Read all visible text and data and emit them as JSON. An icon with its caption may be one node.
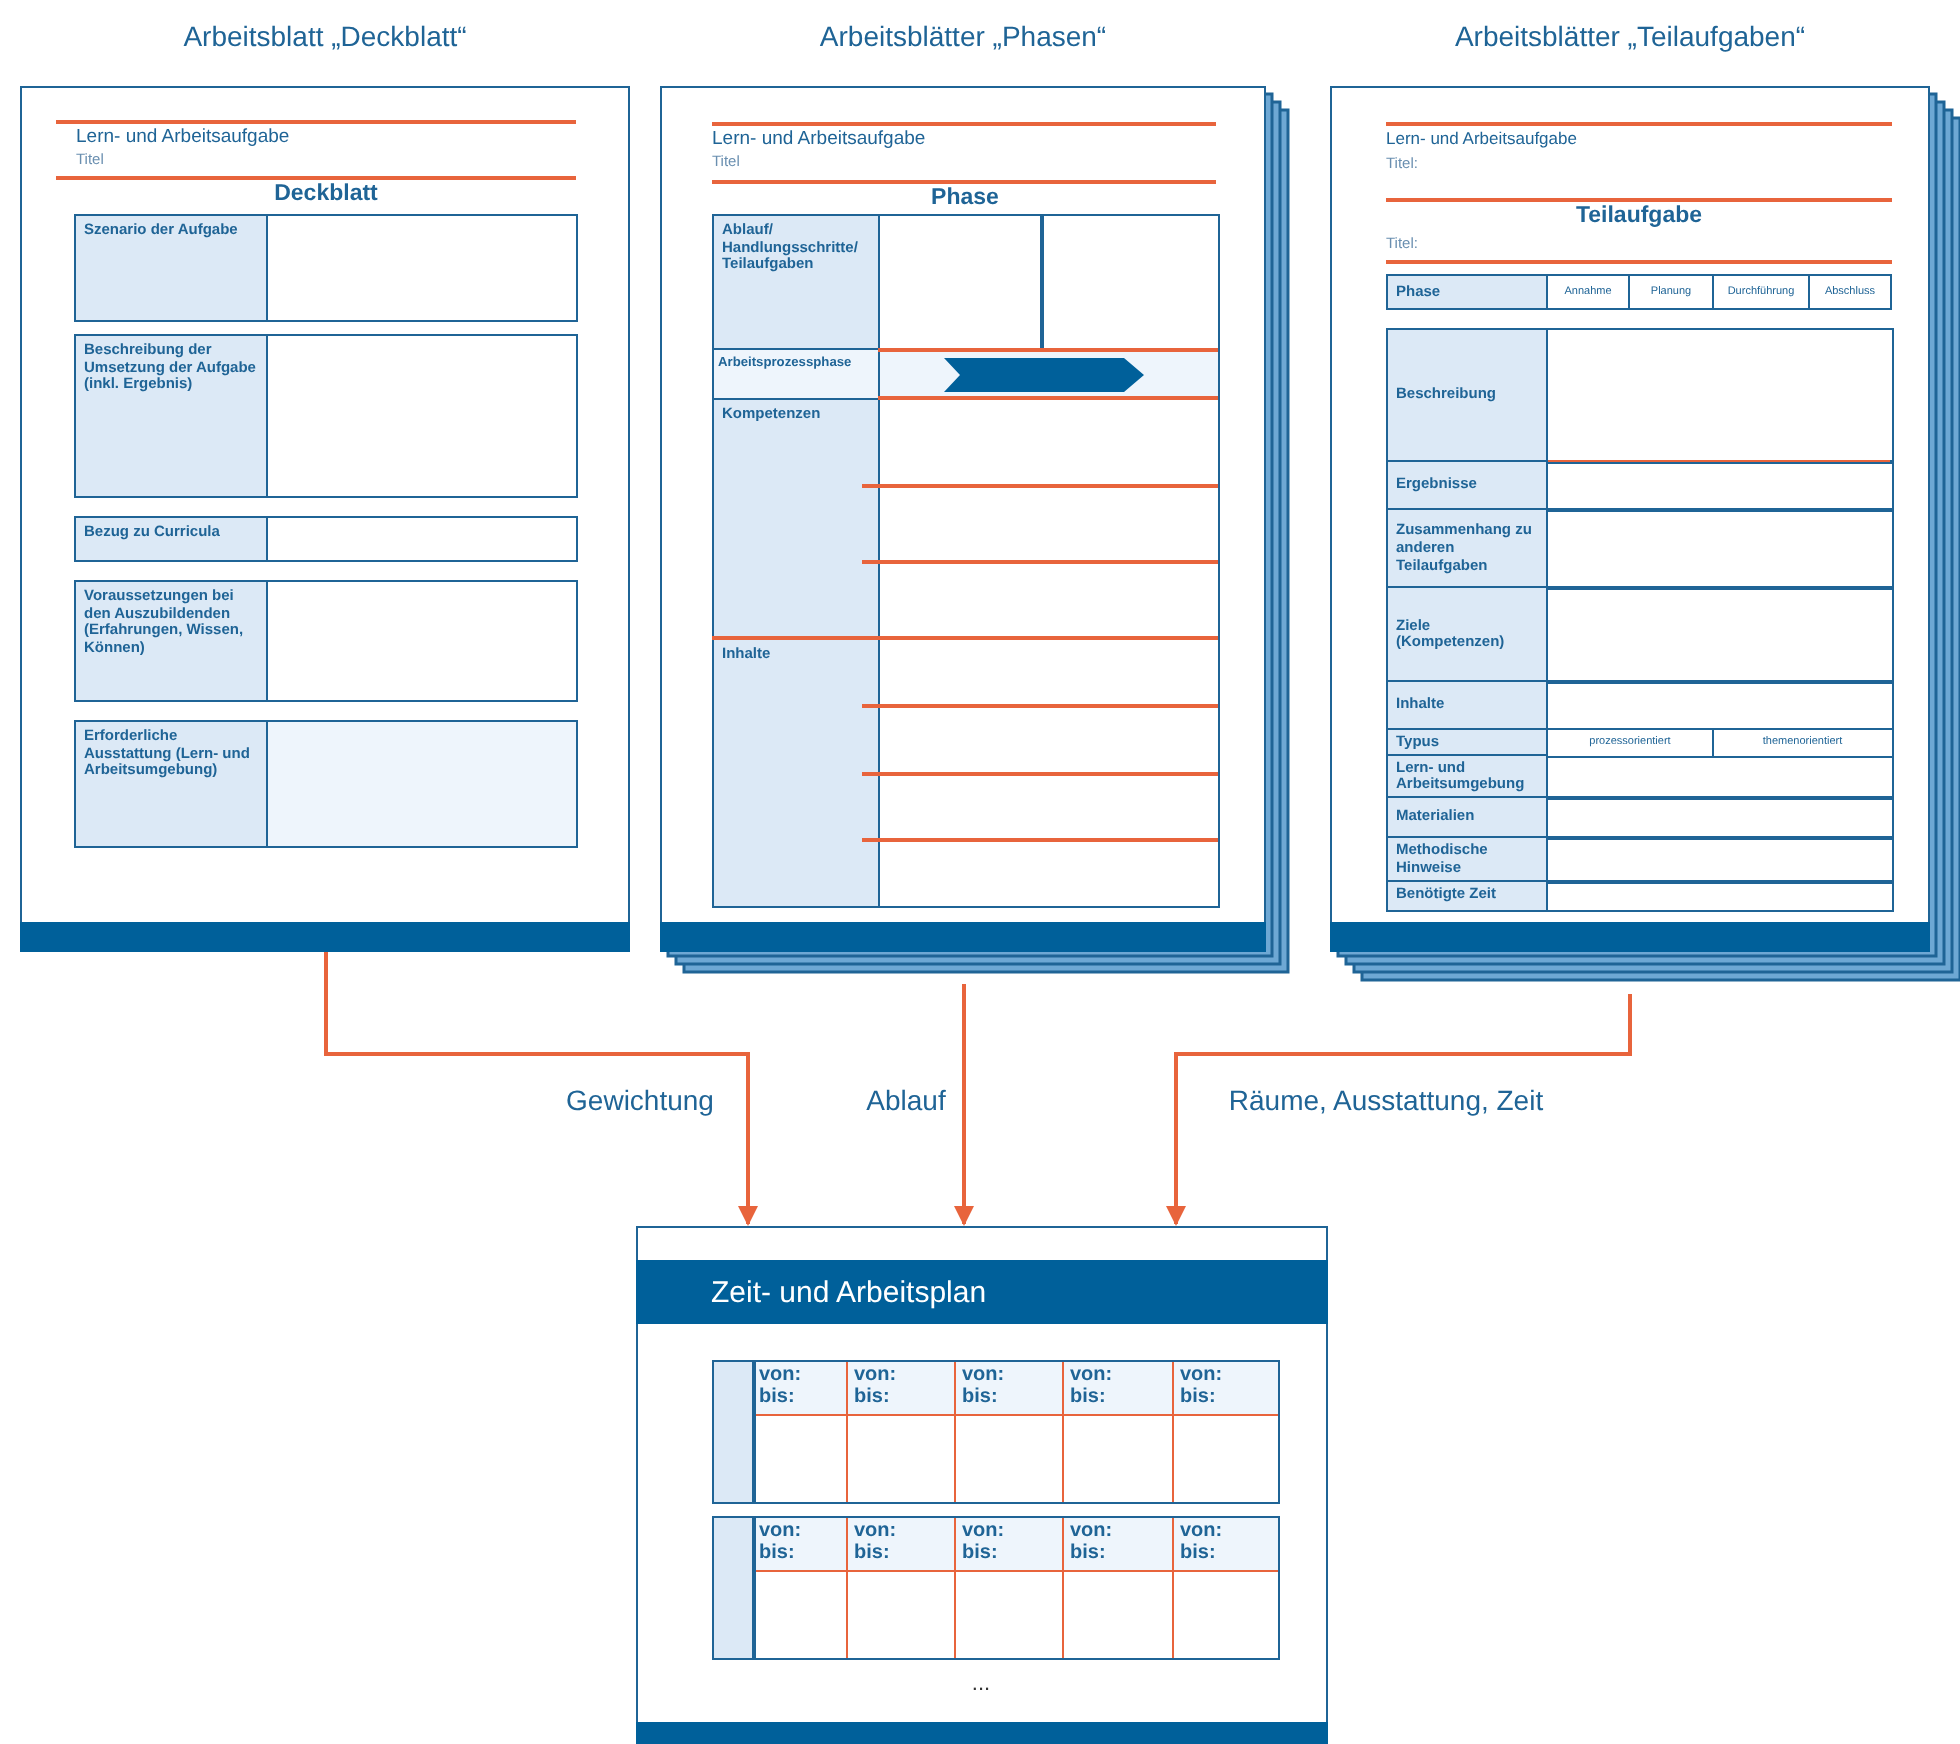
{
  "diagram": {
    "nodes": [
      {
        "text": [
          "Arbeitsblatt „Deckblatt“",
          "Lern- und Arbeitsaufgabe",
          "Titel",
          "Deckblatt",
          "Szenario der Aufgabe",
          "Beschreibung der Umsetzung der Aufgabe (inkl. Ergebnis)",
          "Bezug zu Curricula",
          "Voraussetzungen bei den Auszubildenden (Erfahrungen, Wissen, Können)",
          "Erforderliche Ausstattung (Lern- und Arbeitsumgebung)"
        ]
      },
      {
        "text": [
          "Arbeitsblätter „Phasen“",
          "Lern- und Arbeitsaufgabe",
          "Titel",
          "Phase",
          "Ablauf/ Handlungsschritte/ Teilaufgaben",
          "Arbeitsprozessphase",
          "Kompetenzen",
          "Inhalte"
        ]
      },
      {
        "text": [
          "Arbeitsblätter „Teilaufgaben“",
          "Lern- und Arbeitsaufgabe",
          "Titel:",
          "Teilaufgabe",
          "Titel:",
          "Phase",
          "Annahme",
          "Planung",
          "Durchführung",
          "Abschluss",
          "Beschreibung",
          "Ergebnisse",
          "Zusammenhang zu anderen Teilaufgaben",
          "Ziele (Kompetenzen)",
          "Inhalte",
          "Typus",
          "prozessorientiert",
          "themenorientiert",
          "Lern- und Arbeitsumgebung",
          "Materialien",
          "Methodische Hinweise",
          "Benötigte Zeit"
        ]
      },
      {
        "text": [
          "Zeit- und Arbeitsplan",
          "von: bis:",
          "von: bis:",
          "von: bis:",
          "von: bis:",
          "von: bis:",
          "von: bis:",
          "von: bis:",
          "von: bis:",
          "von: bis:",
          "von: bis:",
          "..."
        ]
      }
    ],
    "edges": [
      {
        "from": 0,
        "to": 3,
        "arrow": "to",
        "label": "Gewichtung"
      },
      {
        "from": 1,
        "to": 3,
        "arrow": "to",
        "label": "Ablauf"
      },
      {
        "from": 2,
        "to": 3,
        "arrow": "to",
        "label": "Räume, Ausstattung, Zeit"
      }
    ]
  }
}
